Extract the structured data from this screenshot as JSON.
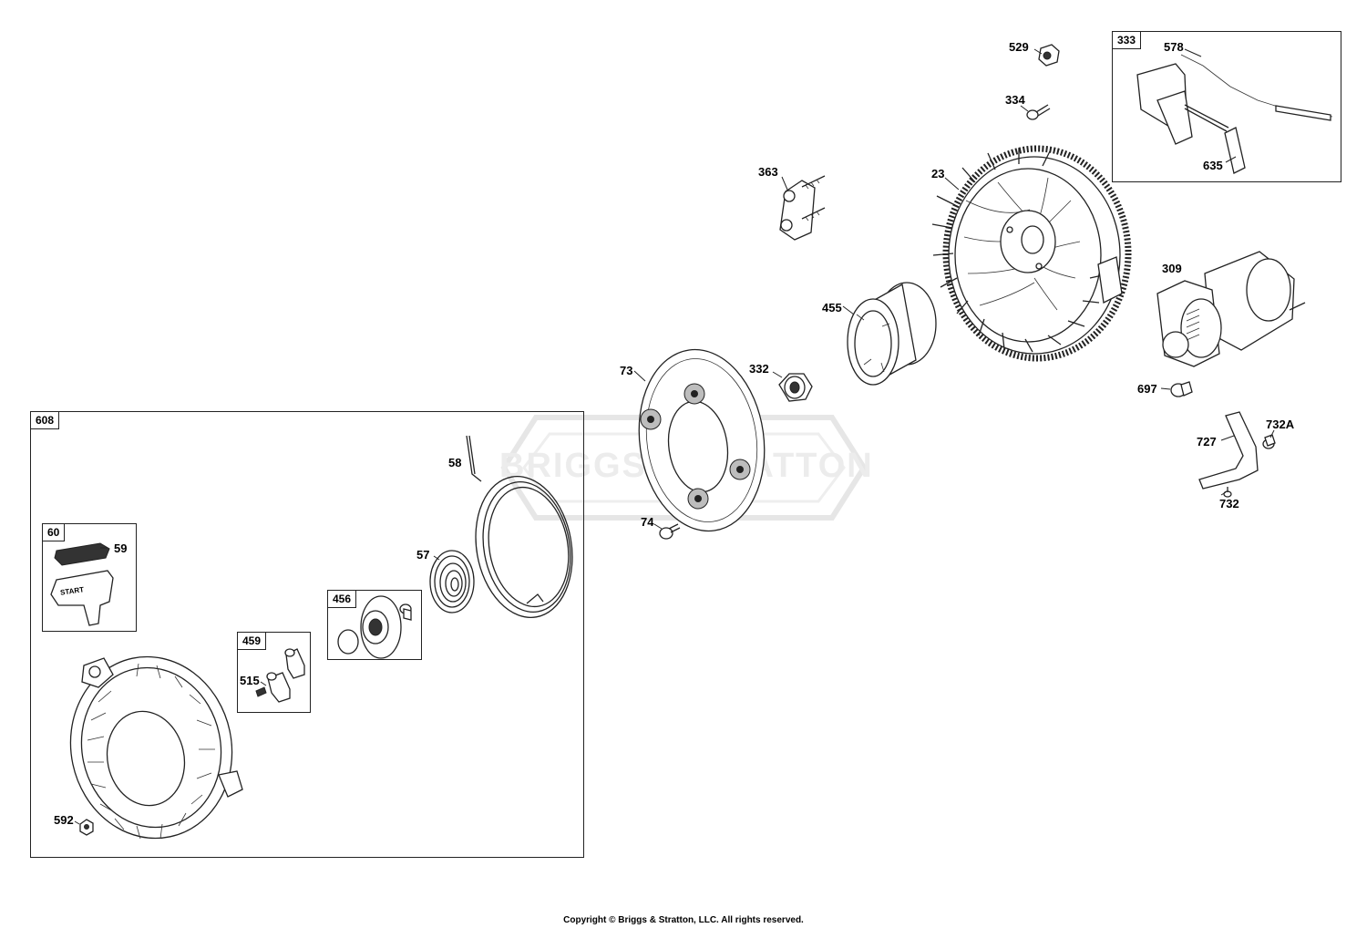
{
  "copyright": "Copyright © Briggs & Stratton, LLC. All rights reserved.",
  "watermark": "BRIGGS&STRATTON",
  "groups": [
    {
      "id": "608",
      "label": "608"
    },
    {
      "id": "60",
      "label": "60"
    },
    {
      "id": "459",
      "label": "459"
    },
    {
      "id": "456",
      "label": "456"
    },
    {
      "id": "333",
      "label": "333"
    }
  ],
  "parts": {
    "p529": "529",
    "p334": "334",
    "p363": "363",
    "p23": "23",
    "p578": "578",
    "p635": "635",
    "p309": "309",
    "p455": "455",
    "p332": "332",
    "p73": "73",
    "p697": "697",
    "p732a": "732A",
    "p727": "727",
    "p732": "732",
    "p58": "58",
    "p74": "74",
    "p57": "57",
    "p59": "59",
    "p515": "515",
    "p592": "592"
  },
  "handle_text": "START"
}
